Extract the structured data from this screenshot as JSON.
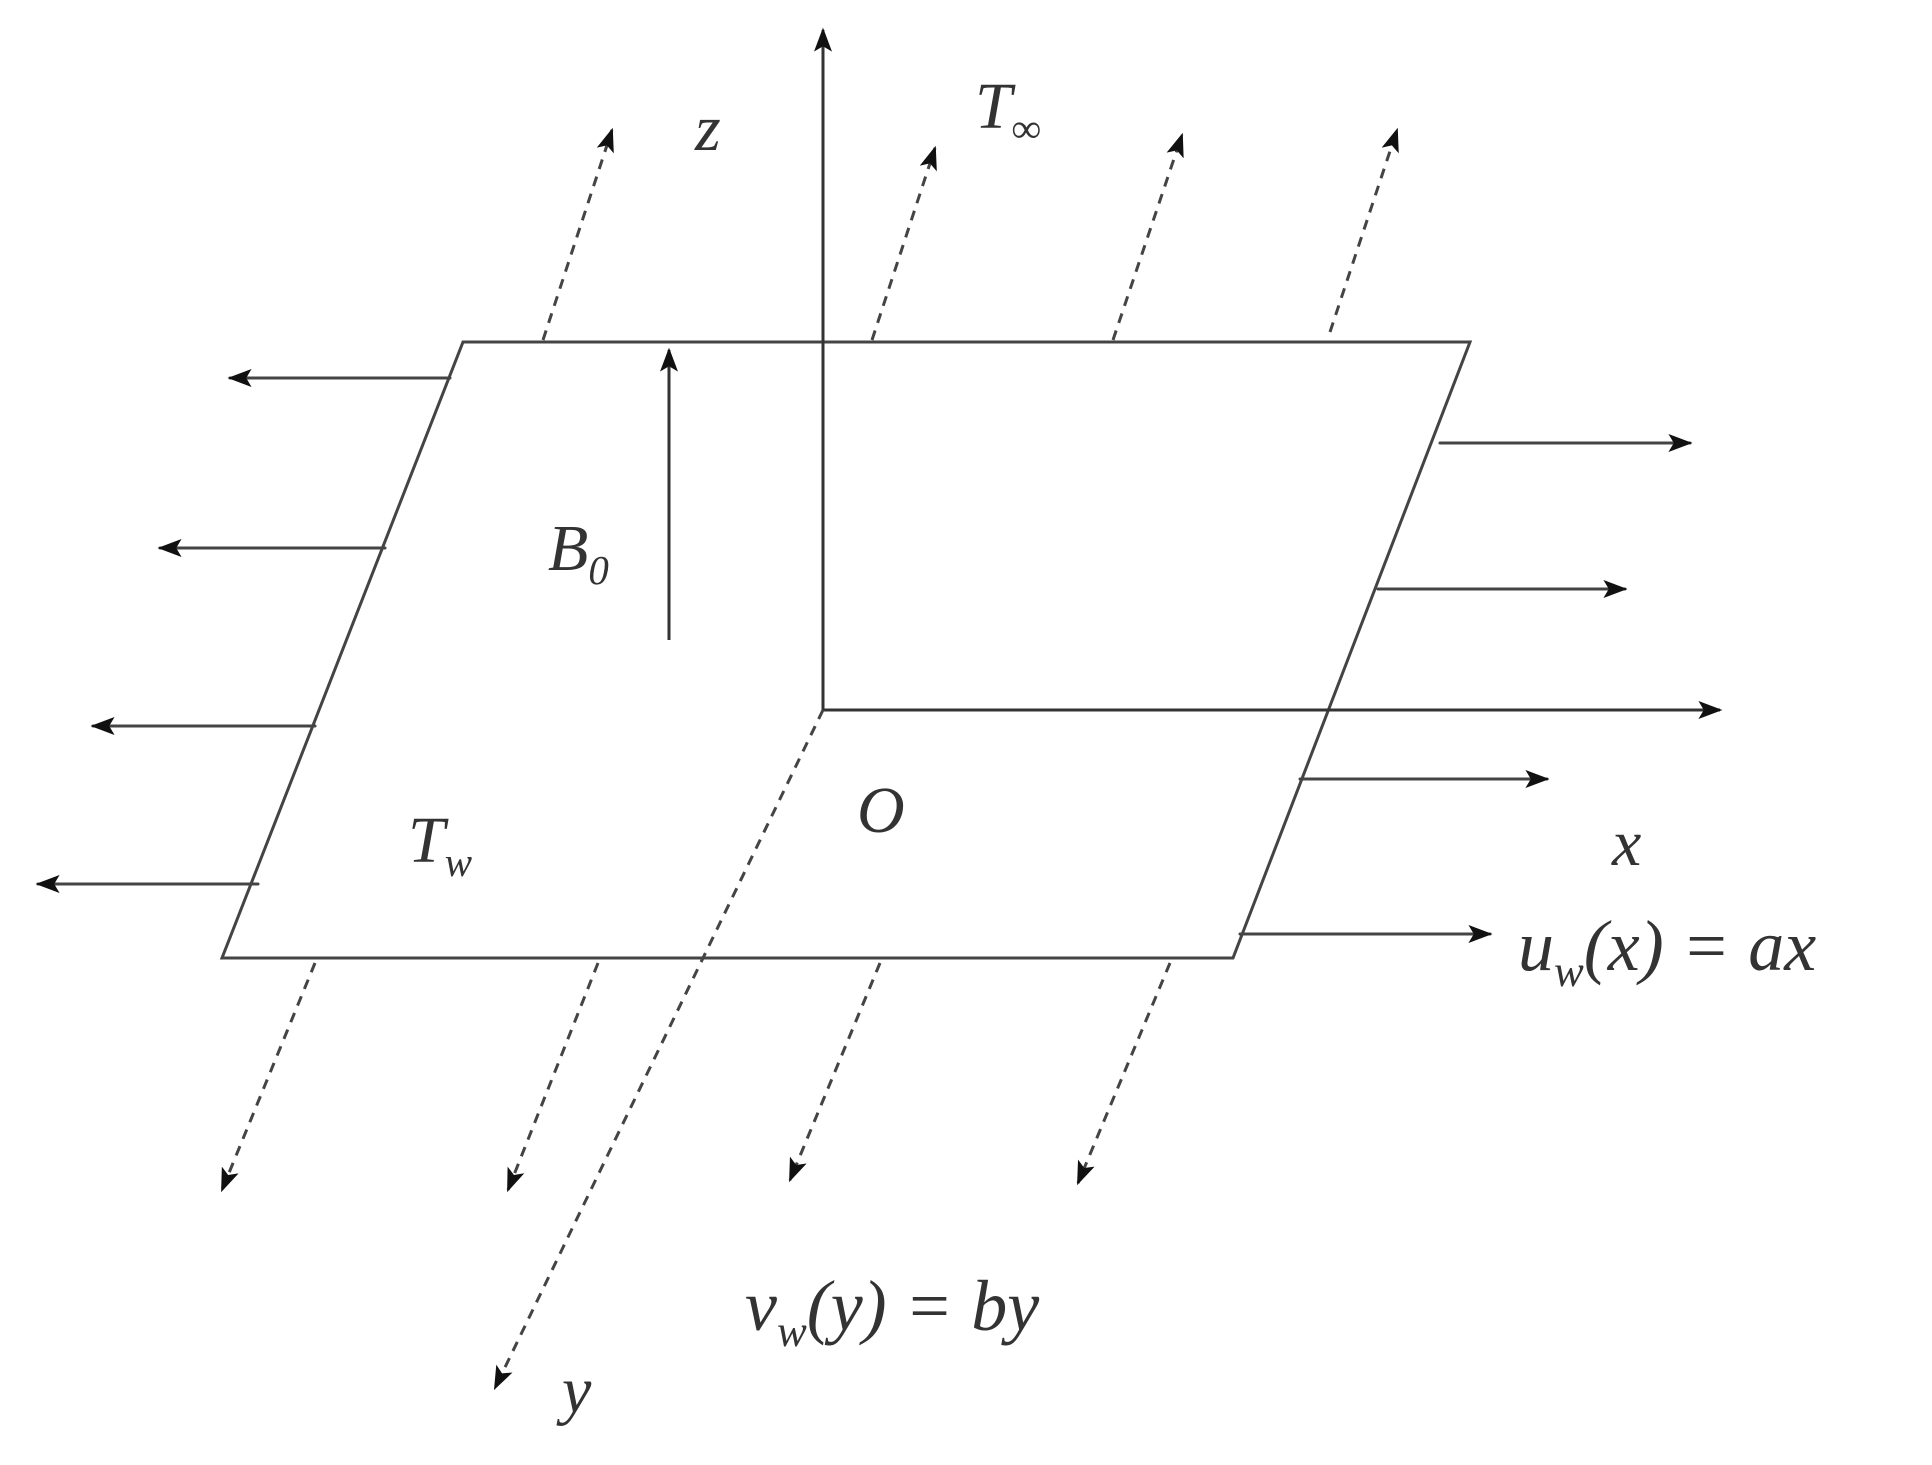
{
  "labels": {
    "z_axis": "z",
    "x_axis": "x",
    "y_axis": "y",
    "origin": "O",
    "T_inf_main": "T",
    "T_inf_sub": "∞",
    "T_w_main": "T",
    "T_w_sub": "w",
    "B0_main": "B",
    "B0_sub": "0",
    "uw_main": "u",
    "uw_sub": "w",
    "uw_rest": "(x) = ax",
    "vw_main": "v",
    "vw_sub": "w",
    "vw_rest": "(y) = by"
  },
  "colors": {
    "line": "#444444",
    "text": "#333333",
    "background": "#ffffff"
  }
}
